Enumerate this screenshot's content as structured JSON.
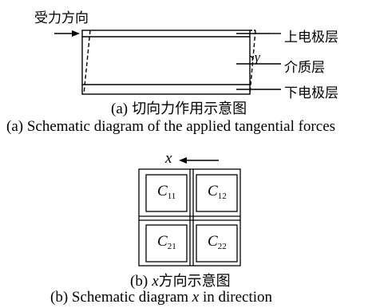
{
  "diagram_a": {
    "force_label": "受力方向",
    "gamma": "γ",
    "top_electrode": "上电极层",
    "dielectric": "介质层",
    "bottom_electrode": "下电极层",
    "caption_cn_prefix": "(a)",
    "caption_cn": "切向力作用示意图",
    "caption_en": "(a)  Schematic diagram of the applied tangential forces"
  },
  "diagram_b": {
    "axis_label": "x",
    "cells": [
      {
        "base": "C",
        "sub": "11"
      },
      {
        "base": "C",
        "sub": "12"
      },
      {
        "base": "C",
        "sub": "21"
      },
      {
        "base": "C",
        "sub": "22"
      }
    ],
    "caption_cn_prefix": "(b)",
    "caption_cn_x": "x",
    "caption_cn": "方向示意图",
    "caption_en_prefix": "(b)  Schematic diagram",
    "caption_en_x": "x",
    "caption_en_suffix": "in direction"
  }
}
